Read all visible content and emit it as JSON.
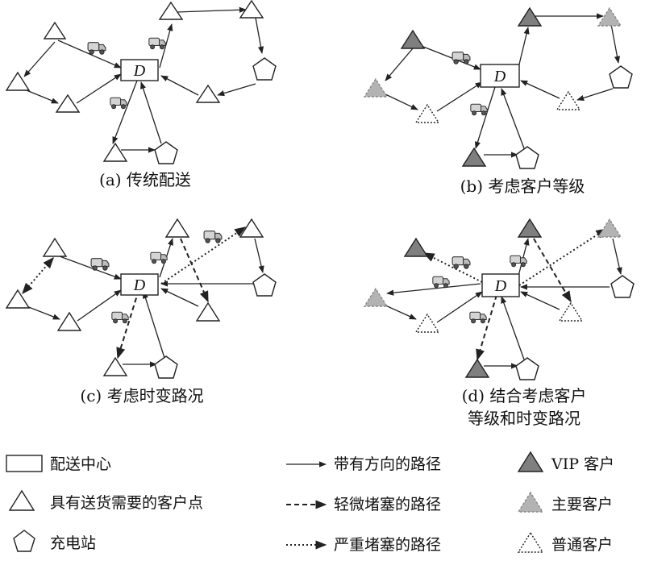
{
  "captions": {
    "a": "(a) 传统配送",
    "b": "(b) 考虑客户等级",
    "c": "(c) 考虑时变路况",
    "d_line1": "(d) 结合考虑客户",
    "d_line2": "等级和时变路况"
  },
  "depot_label": "D",
  "legend": {
    "depot": "配送中心",
    "customer": "具有送货需要的客户点",
    "station": "充电站",
    "route": "带有方向的路径",
    "light": "轻微堵塞的路径",
    "heavy": "严重堵塞的路径",
    "vip": "VIP 客户",
    "major": "主要客户",
    "ordinary": "普通客户"
  },
  "colors": {
    "vip": "#7f7f7f",
    "major": "#b3b3b3",
    "stroke": "#222222"
  },
  "icons": [
    "triangle-icon",
    "pentagon-icon",
    "truck-icon",
    "square-icon"
  ]
}
